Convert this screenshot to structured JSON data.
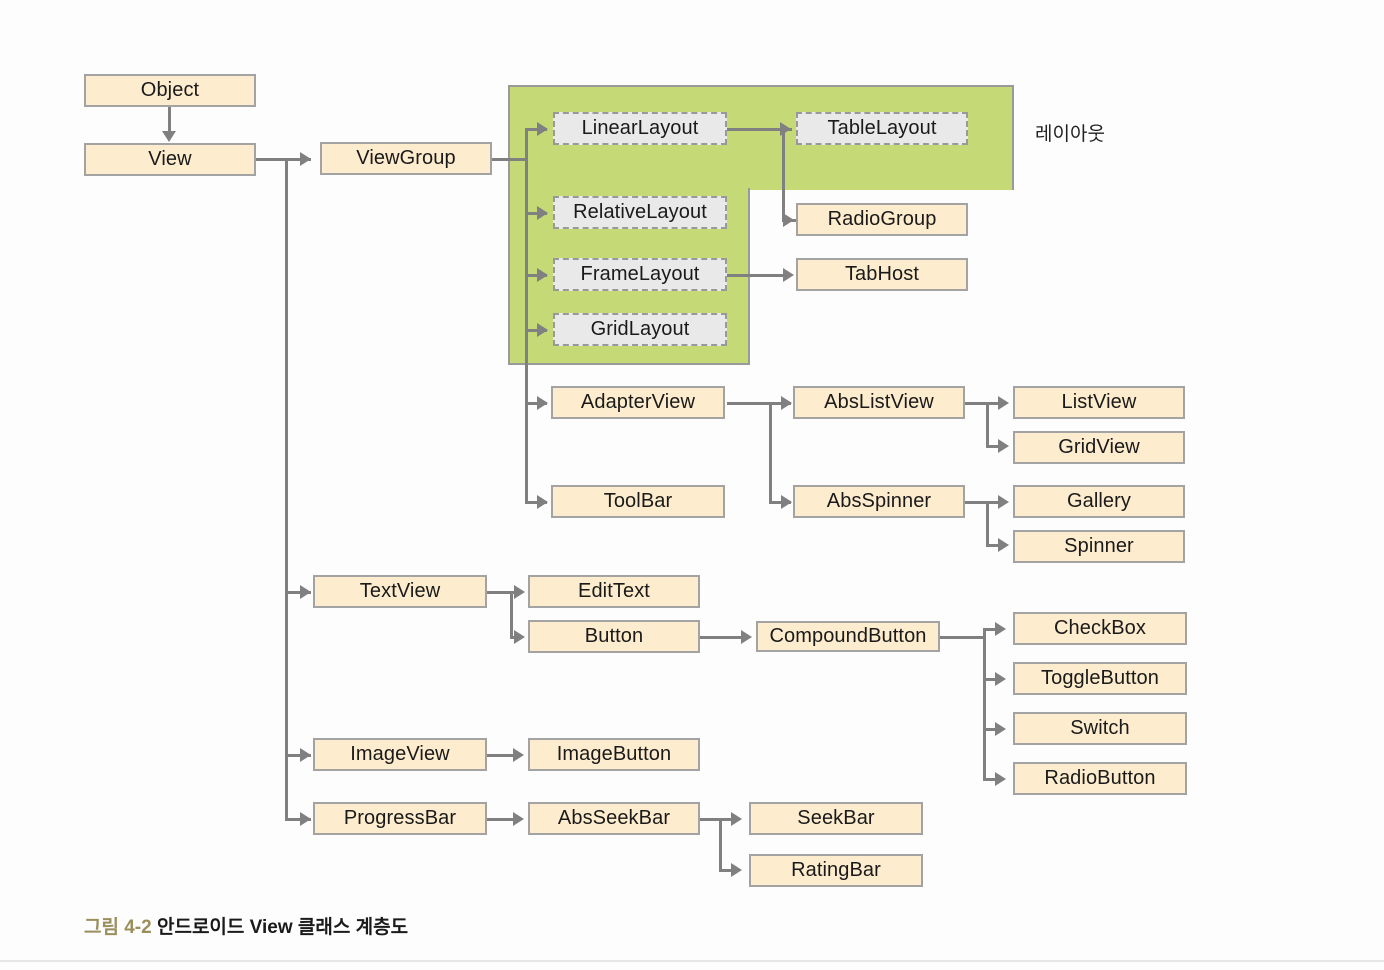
{
  "figure": {
    "caption_number": "그림 4-2",
    "caption_text": "안드로이드 View 클래스 계층도",
    "group_label": "레이아웃",
    "colors": {
      "node_fill": "#fdeccd",
      "node_border": "#a3a3a3",
      "dashed_fill": "#e9e9e9",
      "dashed_border": "#999999",
      "group_fill": "#c6d977",
      "connector": "#808080",
      "caption_number_color": "#9a8f5c"
    }
  },
  "nodes": {
    "object": "Object",
    "view": "View",
    "viewgroup": "ViewGroup",
    "linearlayout": "LinearLayout",
    "tablelayout": "TableLayout",
    "relativelayout": "RelativeLayout",
    "radiogroup": "RadioGroup",
    "framelayout": "FrameLayout",
    "tabhost": "TabHost",
    "gridlayout": "GridLayout",
    "adapterview": "AdapterView",
    "abslistview": "AbsListView",
    "listview": "ListView",
    "gridview": "GridView",
    "toolbar": "ToolBar",
    "absspinner": "AbsSpinner",
    "gallery": "Gallery",
    "spinner": "Spinner",
    "textview": "TextView",
    "edittext": "EditText",
    "button": "Button",
    "compoundbutton": "CompoundButton",
    "checkbox": "CheckBox",
    "togglebutton": "ToggleButton",
    "switch": "Switch",
    "radiobutton": "RadioButton",
    "imageview": "ImageView",
    "imagebutton": "ImageButton",
    "progressbar": "ProgressBar",
    "absseekbar": "AbsSeekBar",
    "seekbar": "SeekBar",
    "ratingbar": "RatingBar"
  },
  "hierarchy": [
    {
      "parent": "Object",
      "children": [
        "View"
      ]
    },
    {
      "parent": "View",
      "children": [
        "ViewGroup",
        "TextView",
        "ImageView",
        "ProgressBar"
      ]
    },
    {
      "parent": "ViewGroup",
      "children": [
        "LinearLayout",
        "RelativeLayout",
        "FrameLayout",
        "GridLayout",
        "AdapterView",
        "ToolBar"
      ]
    },
    {
      "parent": "LinearLayout",
      "children": [
        "TableLayout",
        "RadioGroup"
      ]
    },
    {
      "parent": "FrameLayout",
      "children": [
        "TabHost"
      ]
    },
    {
      "parent": "AdapterView",
      "children": [
        "AbsListView",
        "AbsSpinner"
      ]
    },
    {
      "parent": "AbsListView",
      "children": [
        "ListView",
        "GridView"
      ]
    },
    {
      "parent": "AbsSpinner",
      "children": [
        "Gallery",
        "Spinner"
      ]
    },
    {
      "parent": "TextView",
      "children": [
        "EditText",
        "Button"
      ]
    },
    {
      "parent": "Button",
      "children": [
        "CompoundButton"
      ]
    },
    {
      "parent": "CompoundButton",
      "children": [
        "CheckBox",
        "ToggleButton",
        "Switch",
        "RadioButton"
      ]
    },
    {
      "parent": "ImageView",
      "children": [
        "ImageButton"
      ]
    },
    {
      "parent": "ProgressBar",
      "children": [
        "AbsSeekBar"
      ]
    },
    {
      "parent": "AbsSeekBar",
      "children": [
        "SeekBar",
        "RatingBar"
      ]
    }
  ],
  "group_members": [
    "LinearLayout",
    "TableLayout",
    "RelativeLayout",
    "FrameLayout",
    "GridLayout"
  ]
}
